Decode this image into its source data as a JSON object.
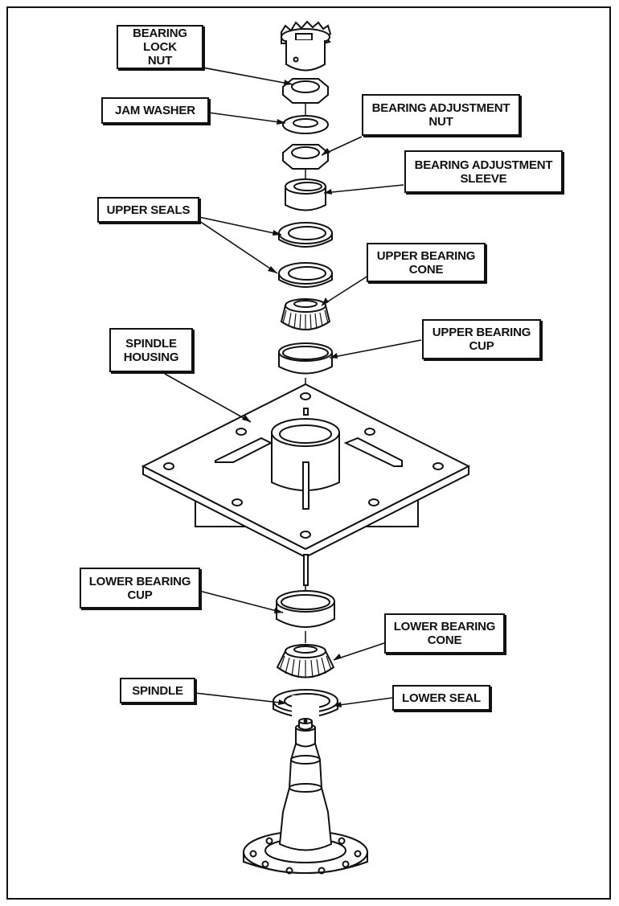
{
  "labels": {
    "bearing_lock_nut": [
      "BEARING LOCK",
      "NUT"
    ],
    "jam_washer": [
      "JAM WASHER"
    ],
    "bearing_adjustment_nut": [
      "BEARING ADJUSTMENT",
      "NUT"
    ],
    "bearing_adjustment_sleeve": [
      "BEARING ADJUSTMENT",
      "SLEEVE"
    ],
    "upper_seals": [
      "UPPER SEALS"
    ],
    "upper_bearing_cone": [
      "UPPER BEARING",
      "CONE"
    ],
    "upper_bearing_cup": [
      "UPPER BEARING",
      "CUP"
    ],
    "spindle_housing": [
      "SPINDLE",
      "HOUSING"
    ],
    "lower_bearing_cup": [
      "LOWER BEARING",
      "CUP"
    ],
    "lower_bearing_cone": [
      "LOWER BEARING",
      "CONE"
    ],
    "lower_seal": [
      "LOWER SEAL"
    ],
    "spindle": [
      "SPINDLE"
    ]
  },
  "colors": {
    "line": "#111111",
    "fill": "#ffffff",
    "shade": "#d8d8d8"
  }
}
